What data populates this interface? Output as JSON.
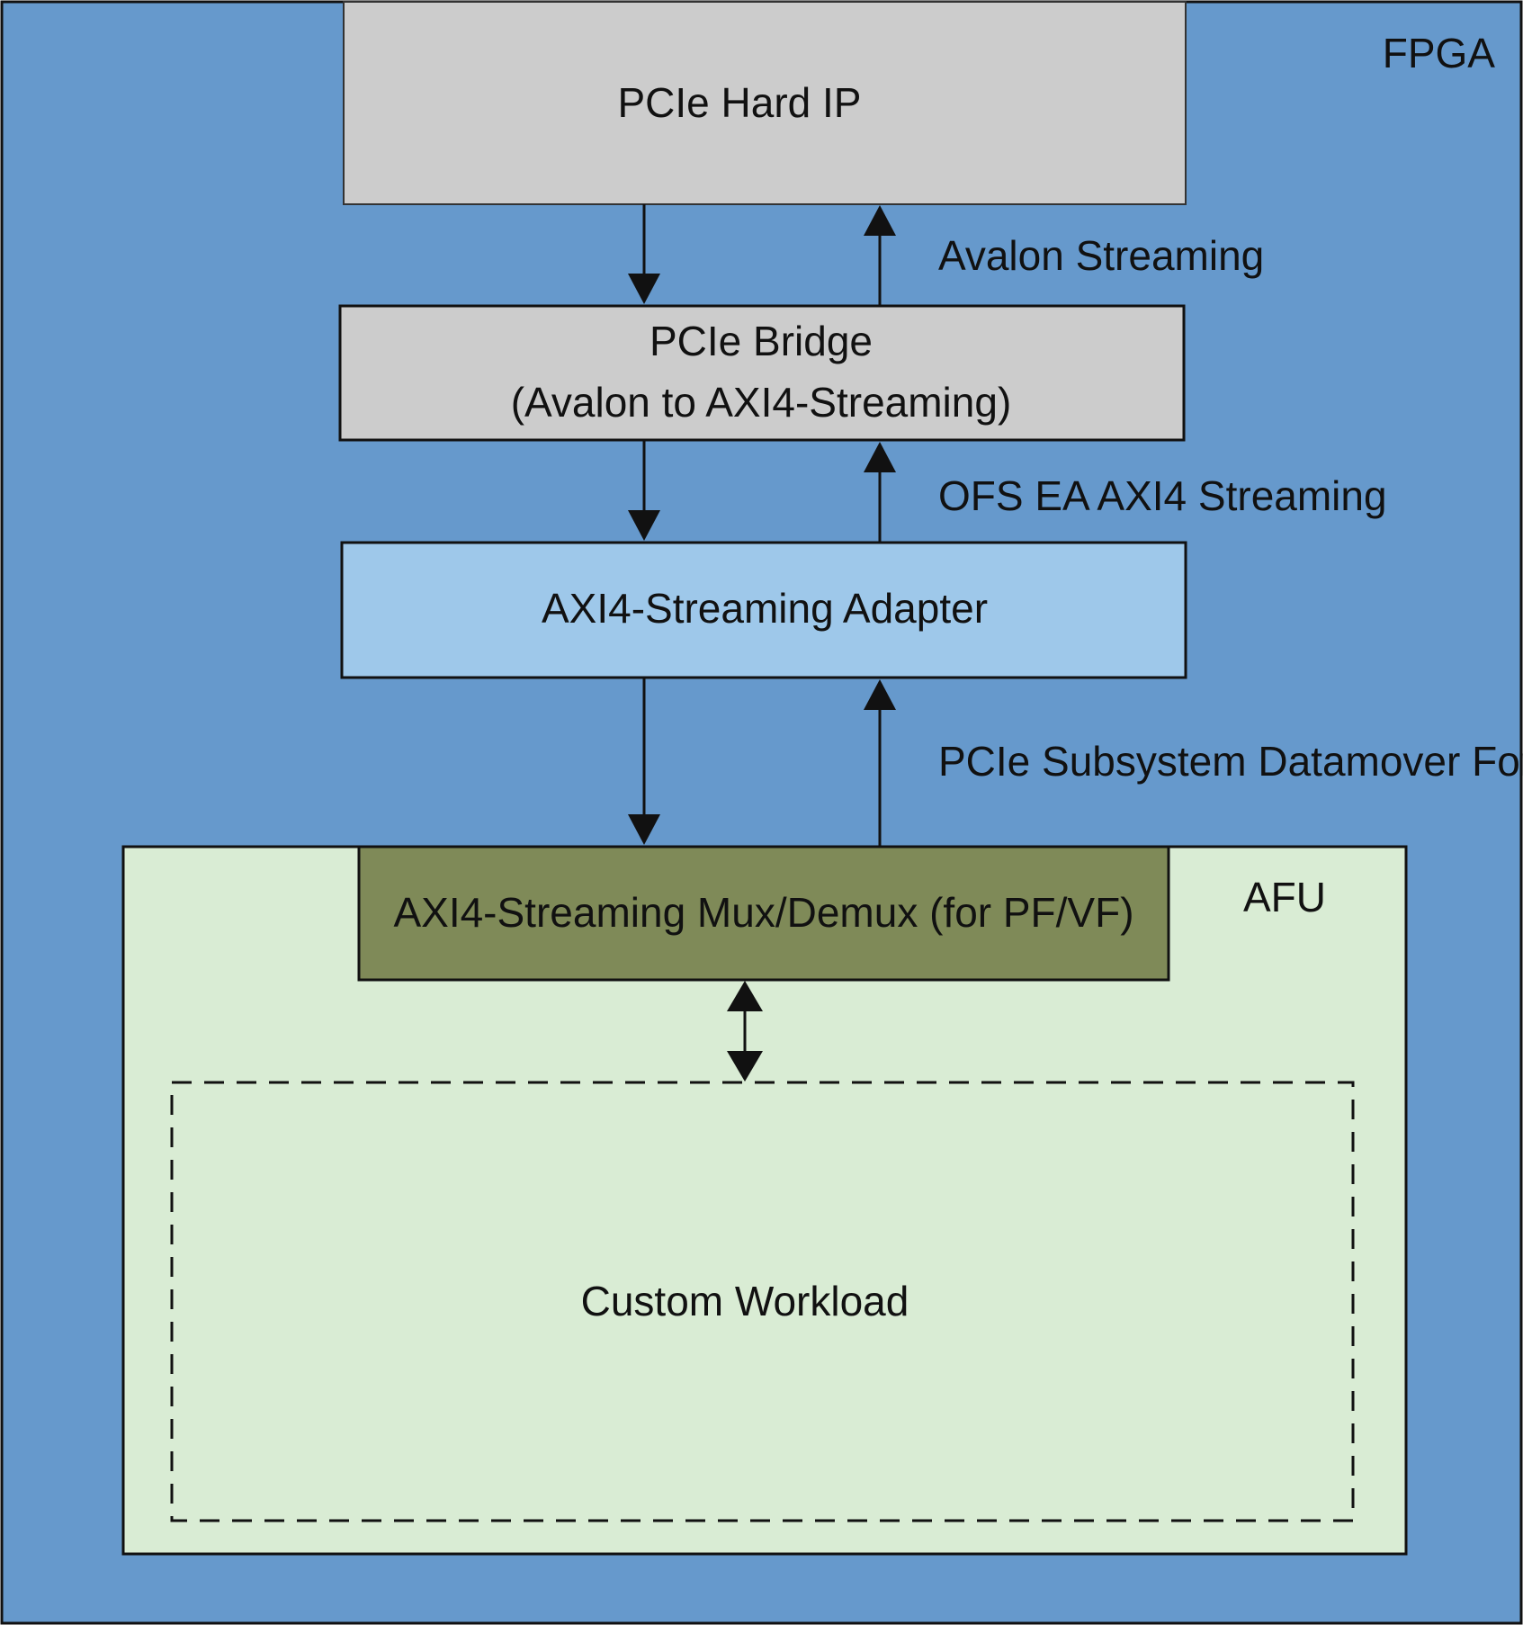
{
  "fpga": {
    "label": "FPGA",
    "color": "#6699cc"
  },
  "pcie_hard_ip": {
    "label": "PCIe Hard IP",
    "color": "#cccccc"
  },
  "pcie_bridge": {
    "line1": "PCIe Bridge",
    "line2": "(Avalon to AXI4-Streaming)",
    "color": "#cccccc"
  },
  "axi_adapter": {
    "label": "AXI4-Streaming Adapter",
    "color": "#9ec8ea"
  },
  "afu": {
    "label": "AFU",
    "color": "#d9ecd4"
  },
  "mux_demux": {
    "label": "AXI4-Streaming Mux/Demux (for PF/VF)",
    "color": "#7f8a58"
  },
  "custom_workload": {
    "label": "Custom Workload"
  },
  "interfaces": {
    "avalon": "Avalon Streaming",
    "ofs_ea": "OFS EA AXI4 Streaming",
    "datamover": "PCIe Subsystem Datamover Format"
  }
}
